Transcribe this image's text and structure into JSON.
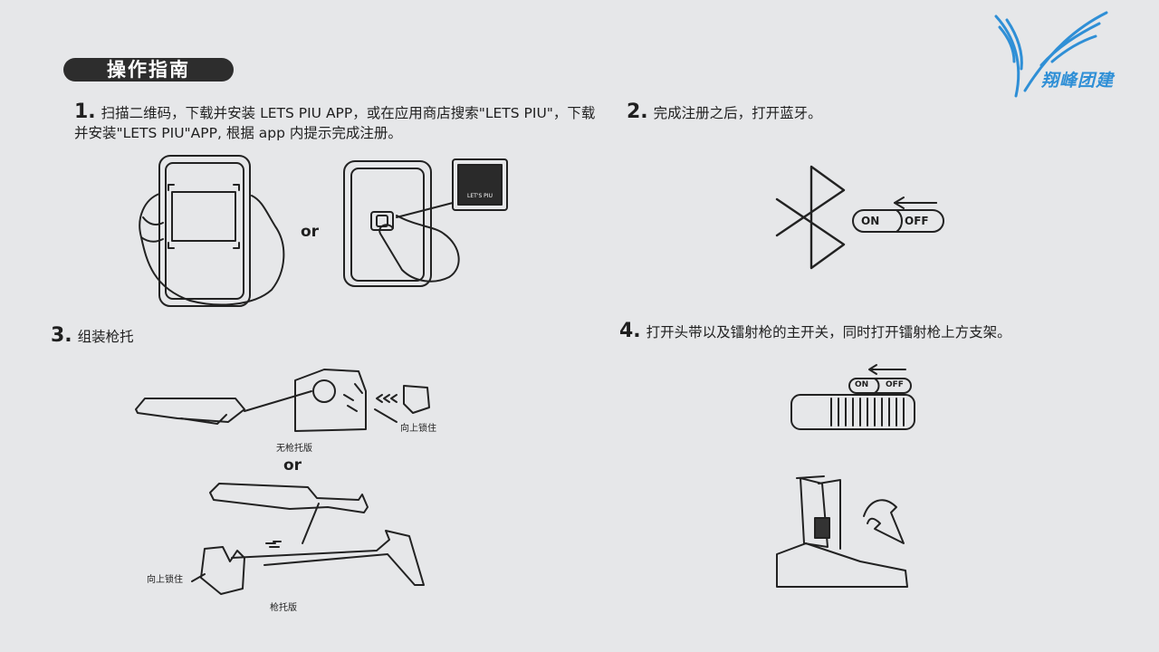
{
  "header": {
    "title": "操作指南"
  },
  "logo": {
    "text": "翔峰团建",
    "color": "#2f8fd6"
  },
  "steps": [
    {
      "num": "1.",
      "text": "扫描二维码，下载并安装 LETS PIU APP，或在应用商店搜索\"LETS PIU\"，下载并安装\"LETS PIU\"APP, 根据 app 内提示完成注册。"
    },
    {
      "num": "2.",
      "text": "完成注册之后，打开蓝牙。"
    },
    {
      "num": "3.",
      "text": "组装枪托"
    },
    {
      "num": "4.",
      "text": "打开头带以及镭射枪的主开关，同时打开镭射枪上方支架。"
    }
  ],
  "labels": {
    "or1": "or",
    "or2": "or",
    "app_icon": "LET'S PIU",
    "on": "ON",
    "off": "OFF",
    "on2": "ON",
    "off2": "OFF",
    "lock_up1": "向上锁住",
    "lock_up2": "向上锁住",
    "no_stock": "无枪托版",
    "with_stock": "枪托版"
  }
}
